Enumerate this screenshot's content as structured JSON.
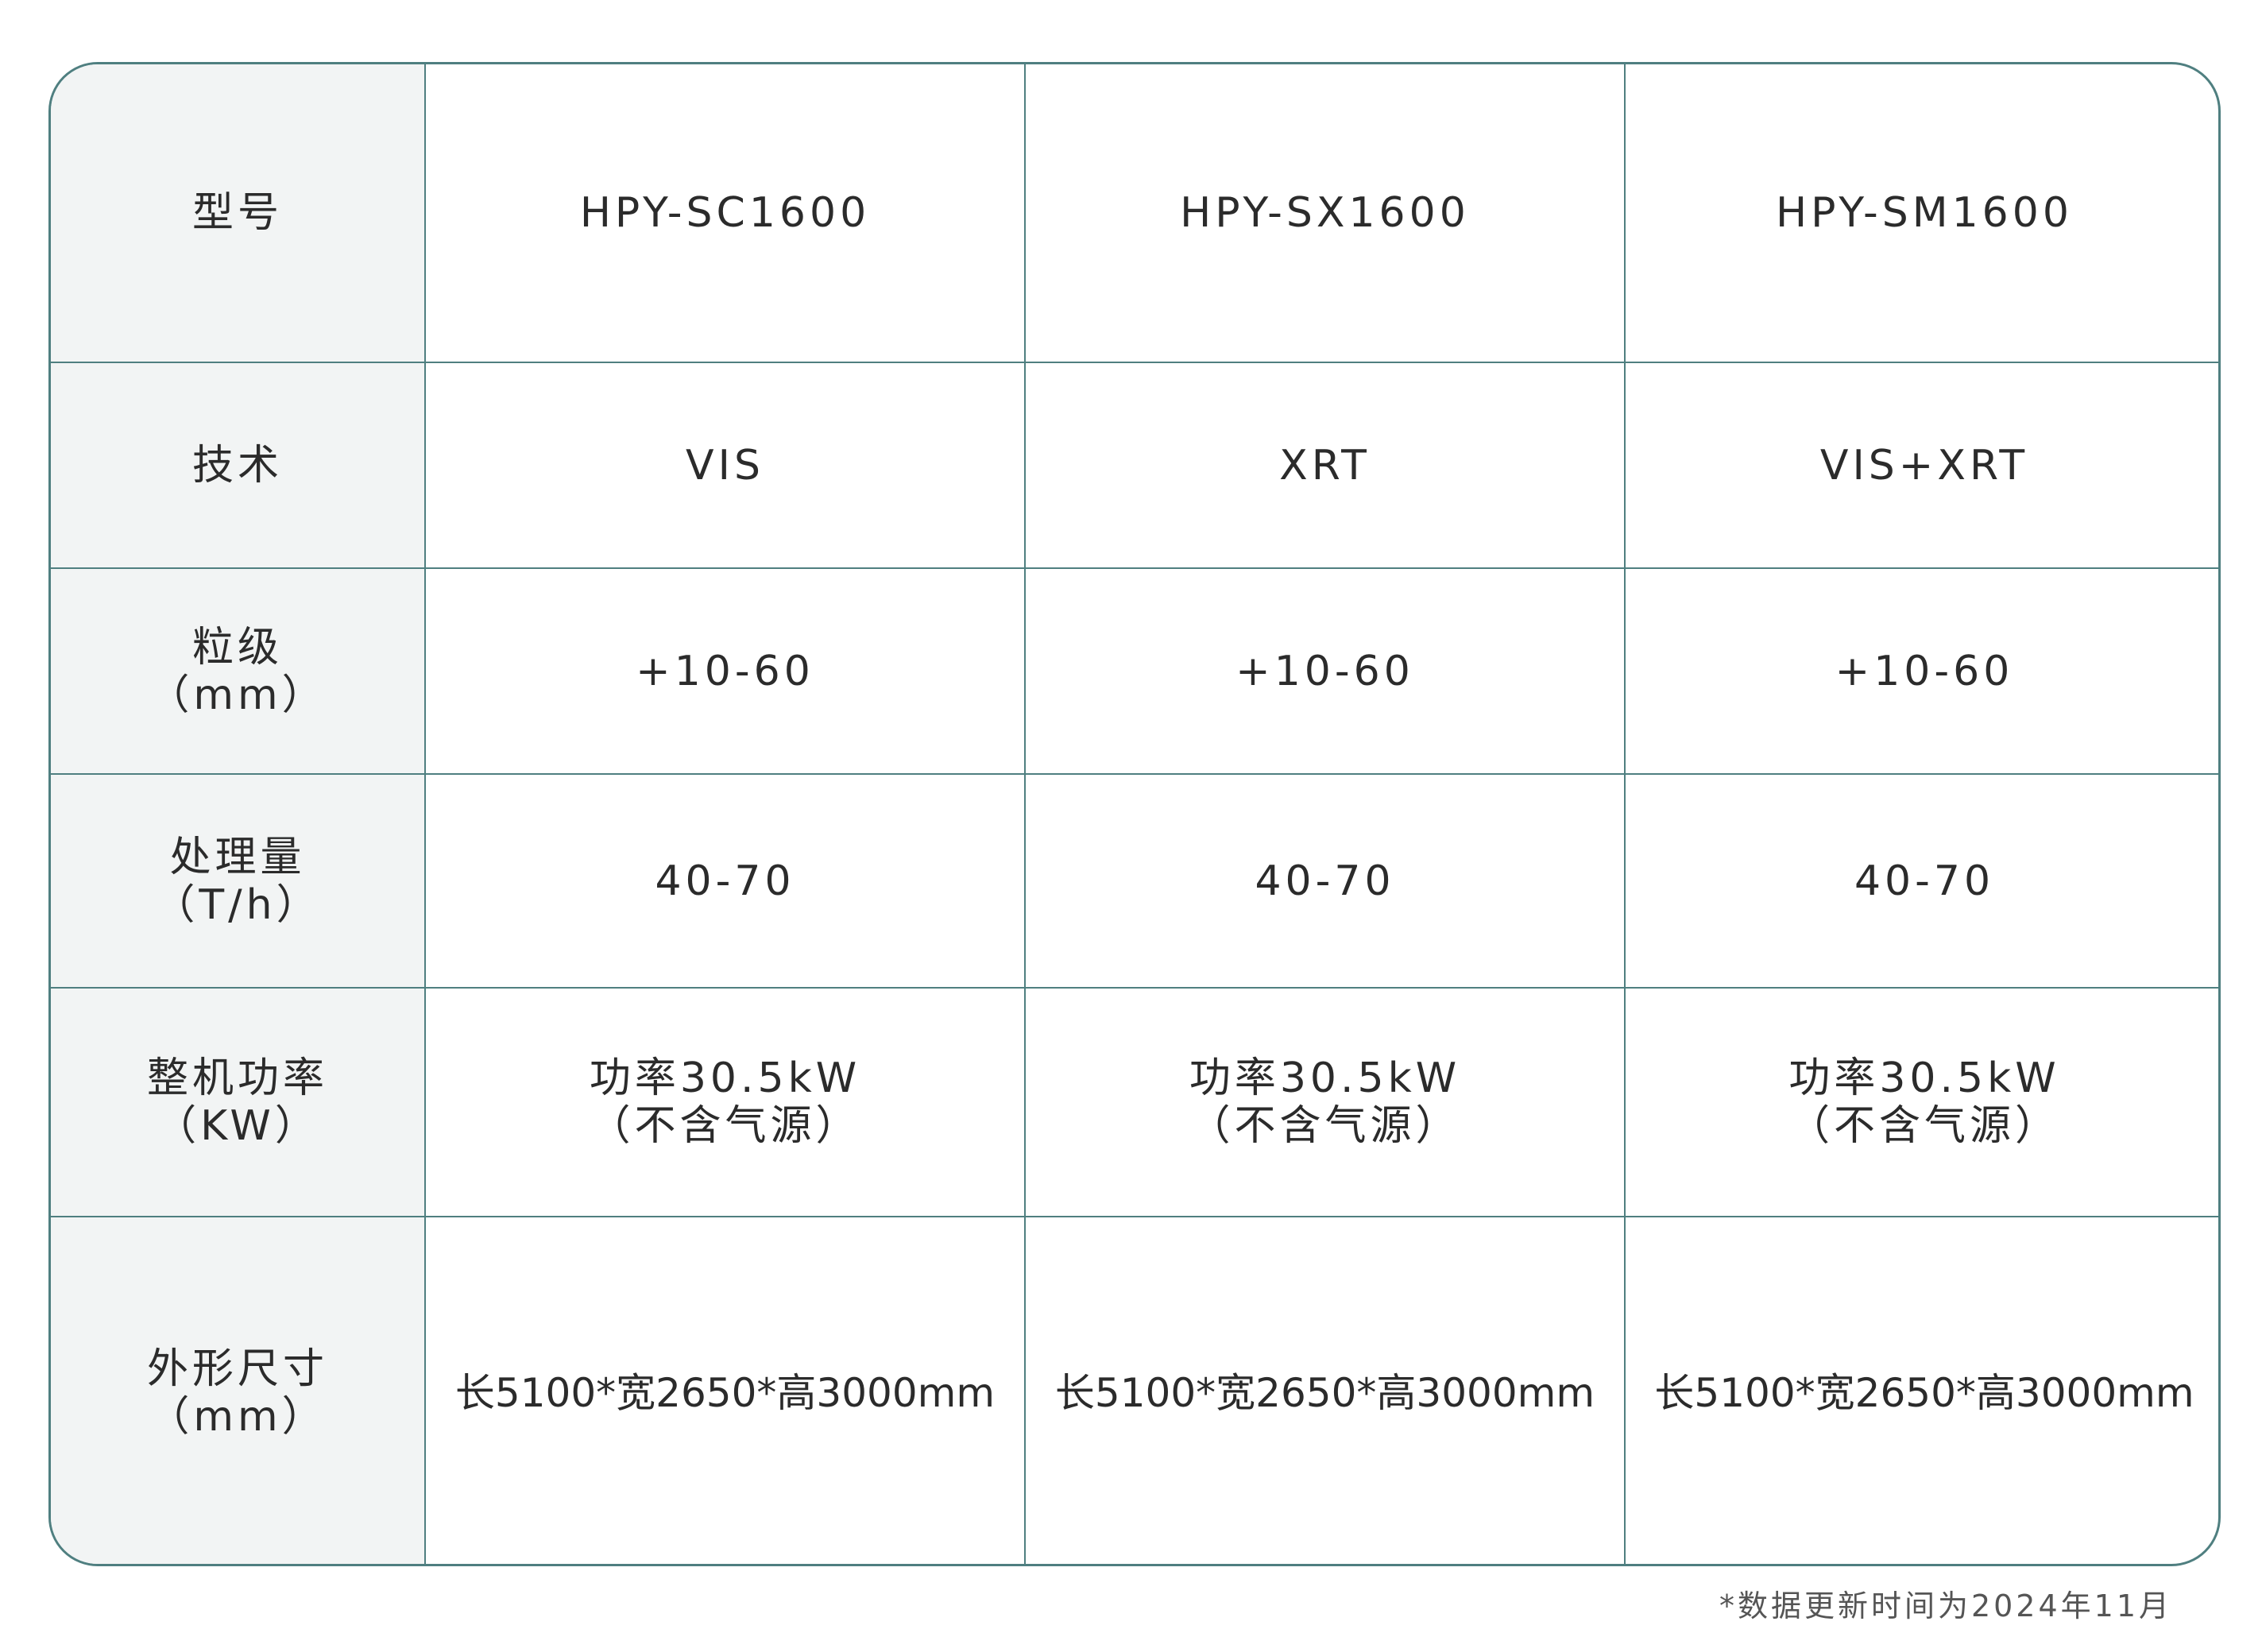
{
  "table": {
    "rows": [
      {
        "label": "型号",
        "values": [
          "HPY-SC1600",
          "HPY-SX1600",
          "HPY-SM1600"
        ]
      },
      {
        "label": "技术",
        "values": [
          "VIS",
          "XRT",
          "VIS+XRT"
        ]
      },
      {
        "label": "粒级\n（mm）",
        "values": [
          "+10-60",
          "+10-60",
          "+10-60"
        ]
      },
      {
        "label": "处理量\n（T/h）",
        "values": [
          "40-70",
          "40-70",
          "40-70"
        ]
      },
      {
        "label": "整机功率\n（KW）",
        "values": [
          "功率30.5kW\n（不含气源）",
          "功率30.5kW\n（不含气源）",
          "功率30.5kW\n（不含气源）"
        ]
      },
      {
        "label": "外形尺寸\n（mm）",
        "values": [
          "长5100*宽2650*高3000mm",
          "长5100*宽2650*高3000mm",
          "长5100*宽2650*高3000mm"
        ]
      }
    ]
  },
  "footnote": "*数据更新时间为2024年11月",
  "colors": {
    "border": "#4f7f80",
    "header_bg": "#f2f4f4",
    "text": "#2b2b2b"
  }
}
